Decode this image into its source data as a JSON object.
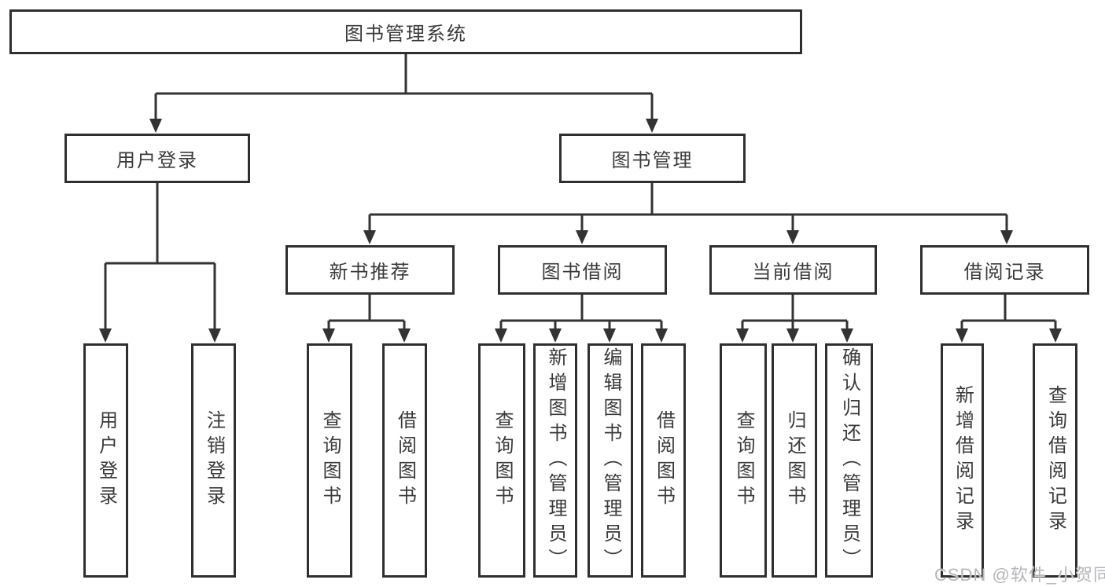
{
  "diagram": {
    "title": "图书管理系统",
    "root": {
      "label": "图书管理系统"
    },
    "branches": [
      {
        "label": "用户登录",
        "children": [
          {
            "label": "用户登录"
          },
          {
            "label": "注销登录"
          }
        ]
      },
      {
        "label": "图书管理",
        "children": [
          {
            "label": "新书推荐",
            "children": [
              {
                "label": "查询图书"
              },
              {
                "label": "借阅图书"
              }
            ]
          },
          {
            "label": "图书借阅",
            "children": [
              {
                "label": "查询图书"
              },
              {
                "label": "新增图书（管理员）"
              },
              {
                "label": "编辑图书（管理员）"
              },
              {
                "label": "借阅图书"
              }
            ]
          },
          {
            "label": "当前借阅",
            "children": [
              {
                "label": "查询图书"
              },
              {
                "label": "归还图书"
              },
              {
                "label": "确认归还（管理员）"
              }
            ]
          },
          {
            "label": "借阅记录",
            "children": [
              {
                "label": "新增借阅记录"
              },
              {
                "label": "查询借阅记录"
              }
            ]
          }
        ]
      }
    ]
  },
  "watermark": "CSDN @软件_小贺同学",
  "colors": {
    "line": "#333333",
    "border": "#2f2f2f",
    "text": "#3a3a3a",
    "watermark": "#b3b6bb",
    "background": "#ffffff"
  }
}
